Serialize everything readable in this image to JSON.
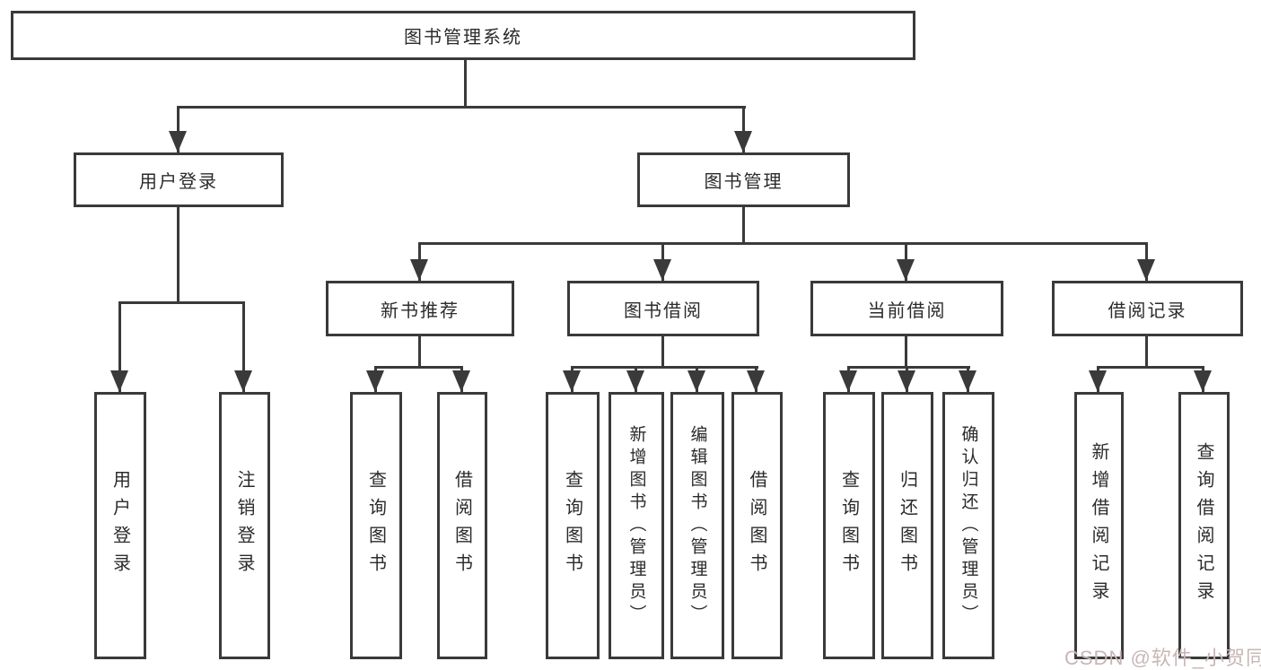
{
  "diagram": {
    "root": {
      "label": "图书管理系统"
    },
    "level2": [
      {
        "label": "用户登录"
      },
      {
        "label": "图书管理"
      }
    ],
    "level3": [
      {
        "label": "新书推荐"
      },
      {
        "label": "图书借阅"
      },
      {
        "label": "当前借阅"
      },
      {
        "label": "借阅记录"
      }
    ],
    "leaves": {
      "user_login": [
        "用户登录",
        "注销登录"
      ],
      "new_book_recommend": [
        "查询图书",
        "借阅图书"
      ],
      "book_borrow": [
        "查询图书",
        "新增图书（管理员）",
        "编辑图书（管理员）",
        "借阅图书"
      ],
      "current_borrow": [
        "查询图书",
        "归还图书",
        "确认归还（管理员）"
      ],
      "borrow_record": [
        "新增借阅记录",
        "查询借阅记录"
      ]
    }
  },
  "watermark": {
    "text": "CSDN @软件_小贺同学"
  },
  "colors": {
    "line": "#3a3a3a",
    "text": "#2b2b2b",
    "background": "#ffffff",
    "watermark": "#c9b6b6"
  }
}
